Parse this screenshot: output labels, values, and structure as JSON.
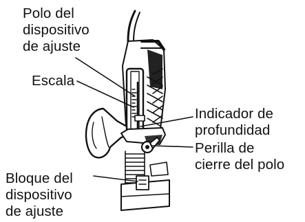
{
  "labels": {
    "polo": [
      "Polo del",
      "dispositivo",
      "de ajuste"
    ],
    "escala": [
      "Escala"
    ],
    "indicador": [
      "Indicador de",
      "profundidad"
    ],
    "perilla": [
      "Perilla de",
      "cierre del polo"
    ],
    "bloque": [
      "Bloque del",
      "dispositivo",
      "de ajuste"
    ]
  },
  "colors": {
    "ink": "#111111",
    "background": "#ffffff"
  }
}
